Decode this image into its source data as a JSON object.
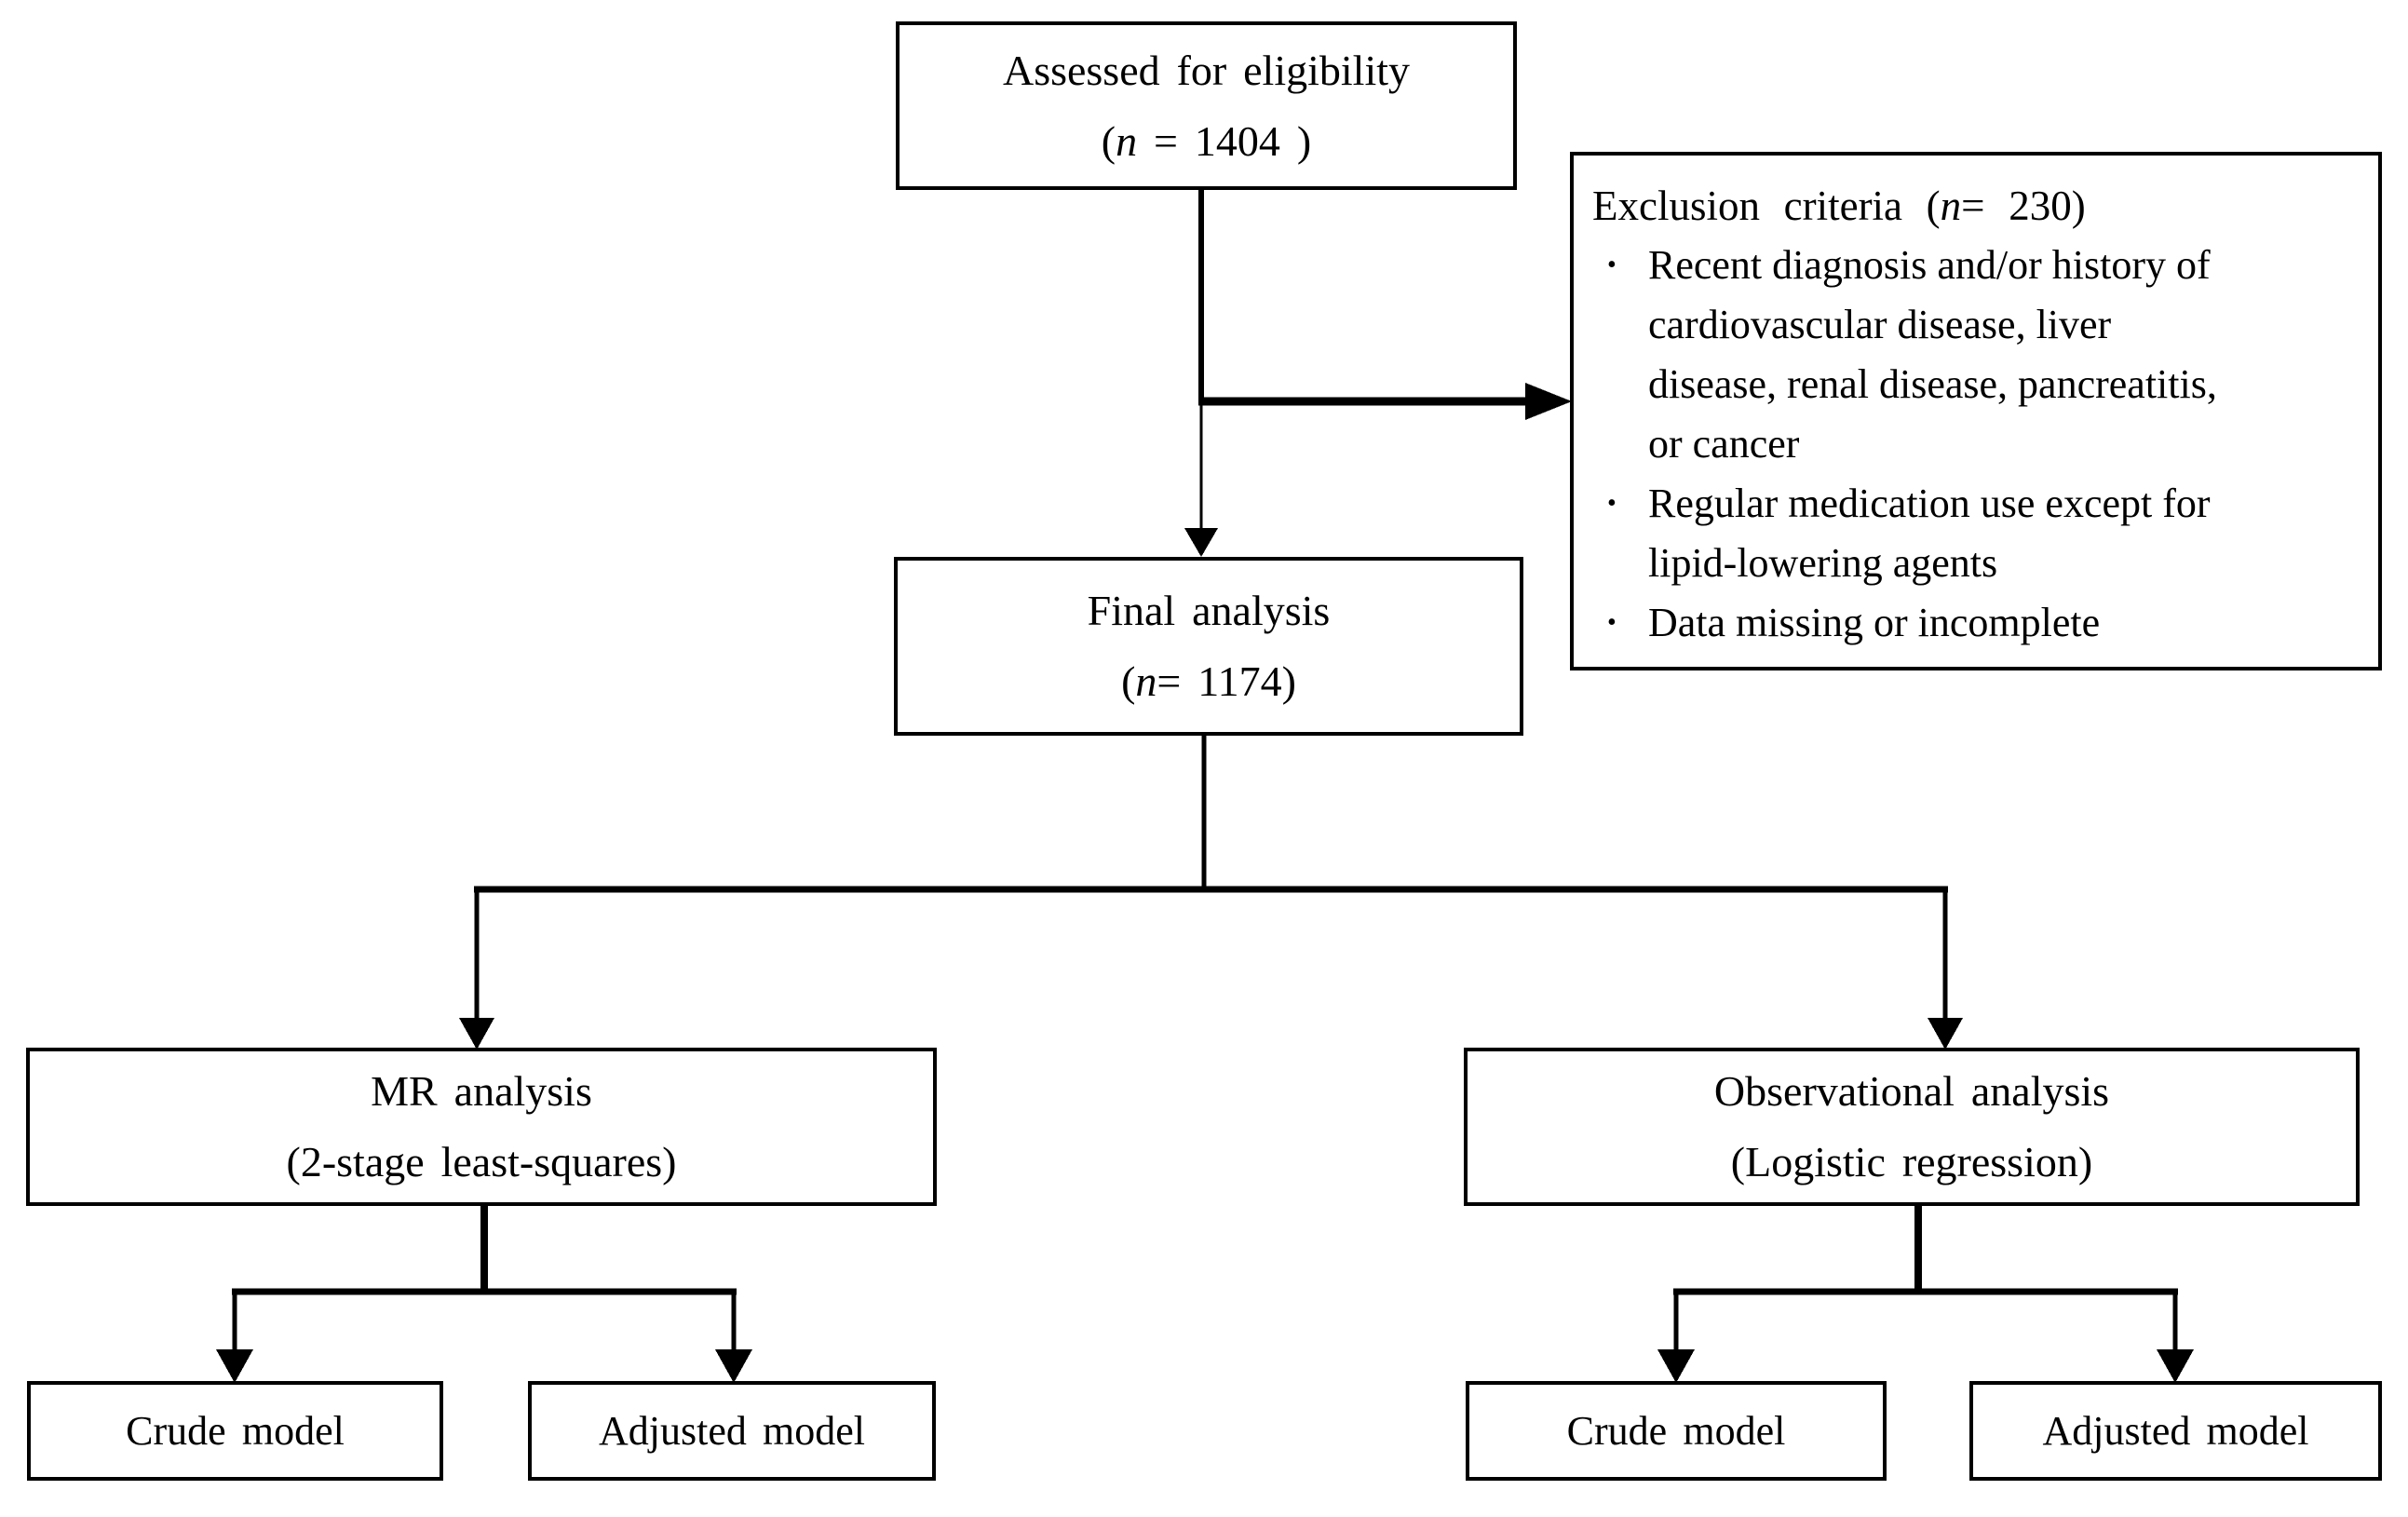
{
  "colors": {
    "background": "#ffffff",
    "box_border": "#000000",
    "line": "#000000",
    "text": "#000000"
  },
  "diagram": {
    "assessed": {
      "line1": "Assessed for eligibility",
      "n": {
        "pre": "(",
        "var": "n",
        "rest": " = 1404 )"
      }
    },
    "exclusion": {
      "title": {
        "pre": "Exclusion criteria (",
        "var": "n",
        "rest": "= 230)"
      },
      "bullets": [
        {
          "marker": "•",
          "lines": [
            "Recent diagnosis and/or history of",
            "cardiovascular disease, liver",
            "disease, renal disease, pancreatitis,",
            "or cancer"
          ]
        },
        {
          "marker": "•",
          "lines": [
            "Regular medication use except for",
            "lipid-lowering agents"
          ]
        },
        {
          "marker": "•",
          "lines": [
            "Data missing or incomplete"
          ]
        }
      ]
    },
    "final": {
      "line1": "Final analysis",
      "n": {
        "pre": "(",
        "var": "n",
        "rest": "= 1174)"
      }
    },
    "mr": {
      "line1": "MR analysis",
      "line2": "(2-stage least-squares)"
    },
    "obs": {
      "line1": "Observational analysis",
      "line2": "(Logistic regression)"
    },
    "mr_crude": {
      "label": "Crude model"
    },
    "mr_adjusted": {
      "label": "Adjusted model"
    },
    "obs_crude": {
      "label": "Crude model"
    },
    "obs_adjusted": {
      "label": "Adjusted model"
    }
  }
}
